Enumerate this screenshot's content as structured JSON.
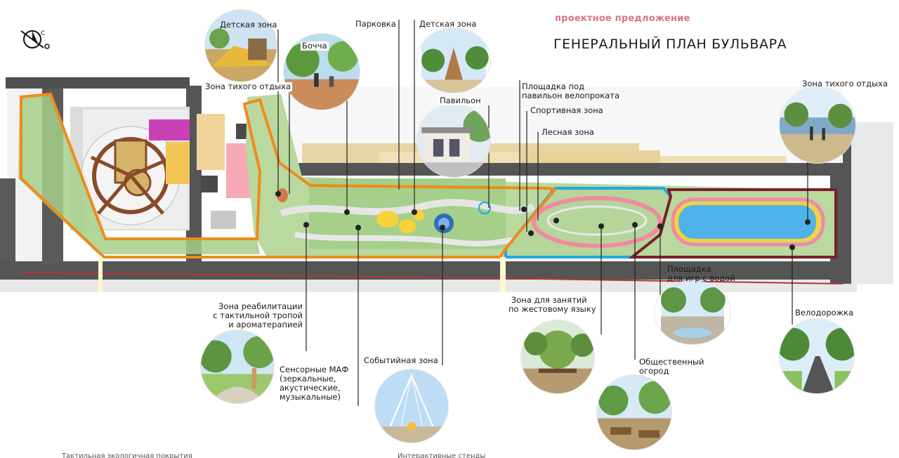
{
  "header": {
    "subtitle": "проектное предложение",
    "title": "ГЕНЕРАЛЬНЫЙ ПЛАН БУЛЬВАРА"
  },
  "colors": {
    "accent_pink": "#d9757f",
    "orange_boundary": "#f08a1c",
    "blue_boundary": "#1ea9e1",
    "maroon_boundary": "#7a1f2b",
    "water": "#4fb3ea",
    "green": "#a6cf8a",
    "road": "#5a5a5a",
    "pink_path": "#f08aa0",
    "yellow": "#f6d23a"
  },
  "icons": {
    "compass": "compass-rose-icon"
  },
  "labels": {
    "detskaya_1": "Детская зона",
    "bochka": "Бочча",
    "tikhiy_1": "Зона тихого отдыха",
    "parkovka": "Парковка",
    "detskaya_2": "Детская зона",
    "ploshadka_velo_1": "Площадка под",
    "ploshadka_velo_2": "павильон велопроката",
    "pavilion": "Павильон",
    "sport": "Спортивная зона",
    "lesnaya": "Лесная зона",
    "tikhiy_2": "Зона тихого отдыха",
    "voda_1": "Площадка",
    "voda_2": "для игр с водой",
    "rehab_1": "Зона реабилитации",
    "rehab_2": "с тактильной тропой",
    "rehab_3": "и ароматерапией",
    "sensor_1": "Сенсорные МАФ",
    "sensor_2": "(зеркальные,",
    "sensor_3": "акустические,",
    "sensor_4": "музыкальные)",
    "event": "Событийная зона",
    "sign_1": "Зона для занятий",
    "sign_2": "по жестовому языку",
    "garden_1": "Общественный",
    "garden_2": "огород",
    "bike": "Велодорожка"
  },
  "footnotes": {
    "left": "Тактильная экологичная покрытия",
    "right": "Интерактивные стенды"
  }
}
